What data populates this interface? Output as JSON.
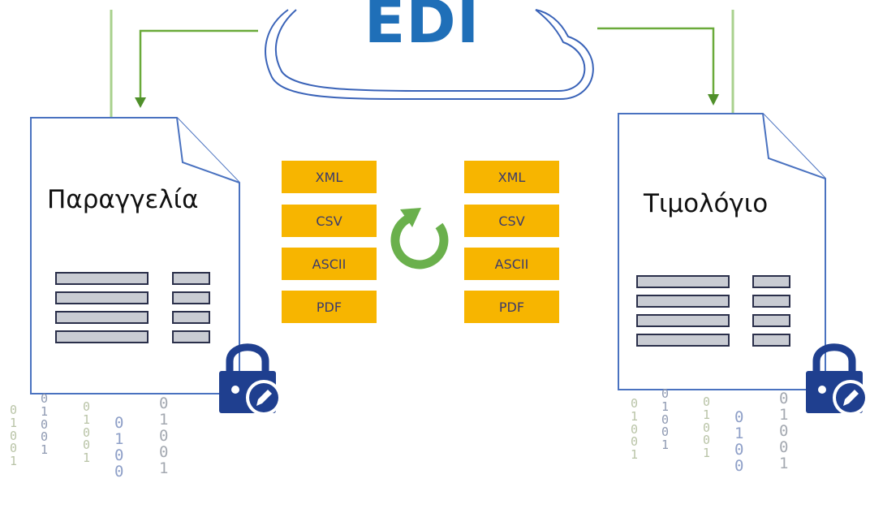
{
  "cloud": {
    "label": "EDI"
  },
  "left_document": {
    "title": "Παραγγελία",
    "formats": [
      "XML",
      "CSV",
      "ASCII",
      "PDF"
    ]
  },
  "right_document": {
    "title": "Τιμολόγιο",
    "formats": [
      "XML",
      "CSV",
      "ASCII",
      "PDF"
    ]
  },
  "icons": {
    "convert": "refresh-icon",
    "lock": "padlock-edit-icon"
  },
  "colors": {
    "edi_blue": "#1f6fb8",
    "document_border": "#4a72c0",
    "format_box": "#f7b500",
    "arrow_green": "#6aaa3a",
    "refresh_green": "#6ab04c",
    "lock_navy": "#1f3f8f",
    "row_fill": "#c9ccd3",
    "row_border": "#2a2f4a"
  },
  "binary_columns": {
    "left": [
      "0\n1\n0\n0\n1",
      "0\n1\n0\n0\n1",
      "0\n1\n0\n0\n1",
      "0\n1\n0\n0",
      "0\n1\n0\n0\n1"
    ],
    "right": [
      "0\n1\n0\n0\n1",
      "0\n1\n0\n0\n1",
      "0\n1\n0\n0\n1",
      "0\n1\n0\n0",
      "0\n1\n0\n0\n1"
    ]
  }
}
